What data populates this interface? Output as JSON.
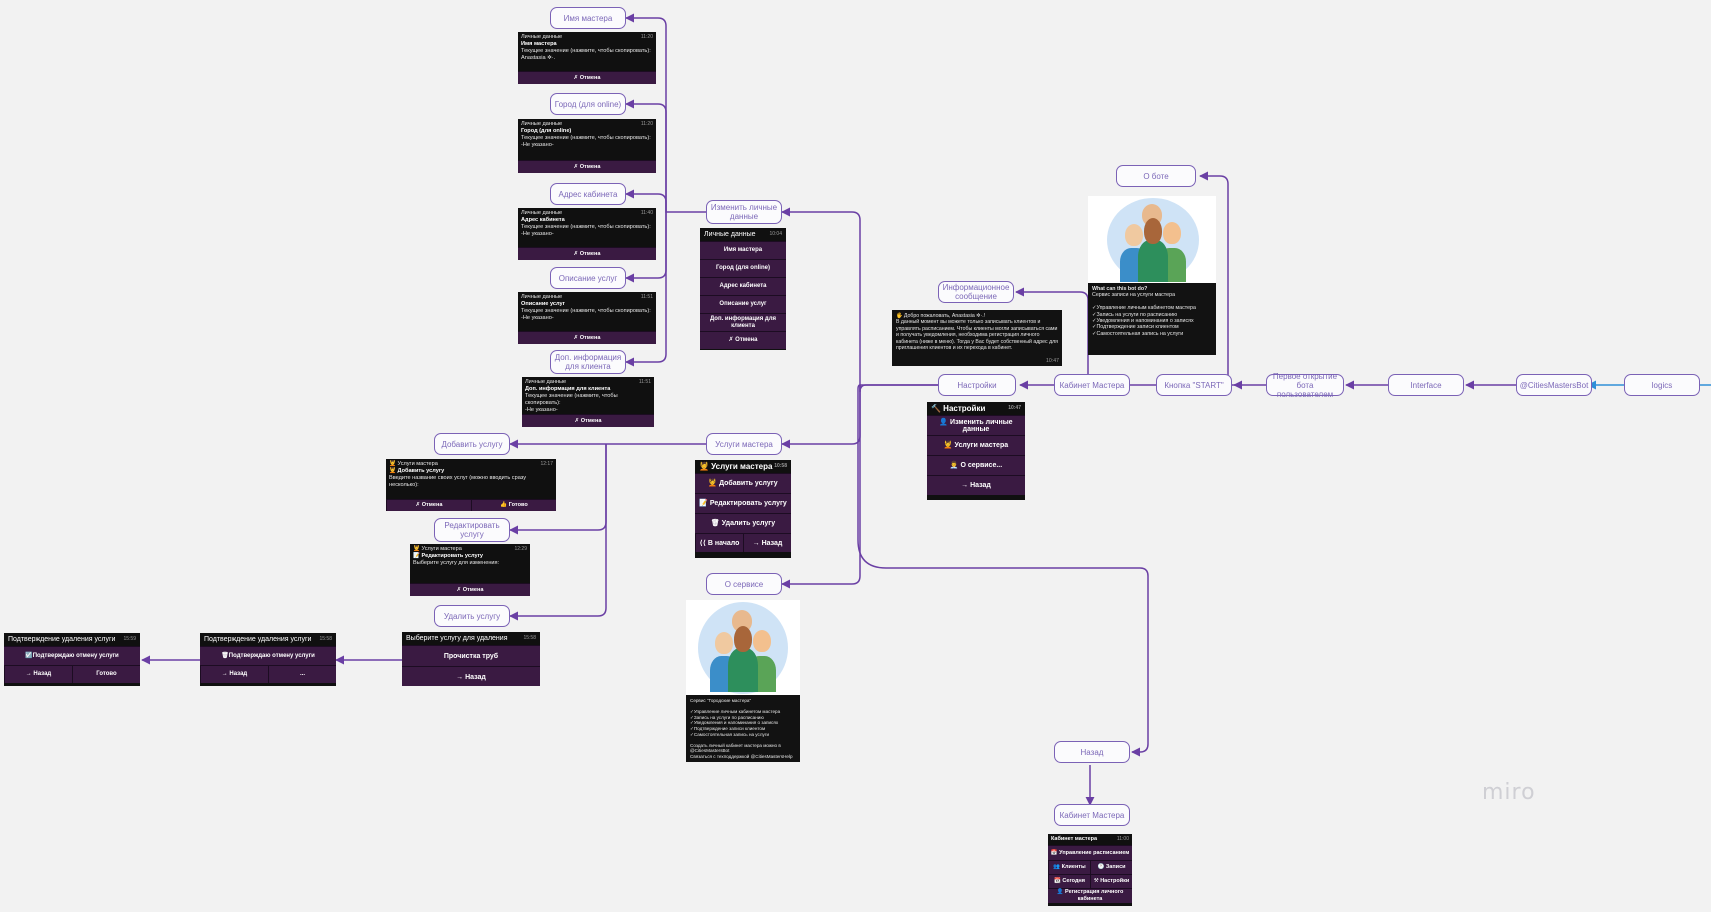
{
  "nodes": {
    "logics": "logics",
    "bot_handle": "@CitiesMastersBot",
    "interface": "Interface",
    "first_open": "Первое открытие бота пользователем",
    "start_button": "Кнопка \"START\"",
    "master_cabinet": "Кабинет Мастера",
    "settings": "Настройки",
    "info_message": "Информационное сообщение",
    "about_bot": "О боте",
    "edit_personal": "Изменить личные данные",
    "master_name": "Имя мастера",
    "city": "Город (для online)",
    "office_address": "Адрес кабинета",
    "services_desc": "Описание услуг",
    "extra_info": "Доп. информация для клиента",
    "master_services": "Услуги мастера",
    "add_service": "Добавить услугу",
    "edit_service": "Редактировать услугу",
    "delete_service": "Удалить услугу",
    "about_service": "О сервисе",
    "back": "Назад",
    "master_cabinet_2": "Кабинет Мастера"
  },
  "screens": {
    "name": {
      "head1": "Личные данные",
      "head2": "Имя мастера",
      "time1": "11:20",
      "body": "Текущее значение (нажмите, чтобы скопировать):\nAnastasia ✲·.",
      "time2": "11:20",
      "button": "✗ Отмена"
    },
    "city": {
      "head1": "Личные данные",
      "head2": "Город (для online)",
      "time1": "11:20",
      "body": "Текущее значение (нажмите, чтобы скопировать):\n-Не указано-",
      "time2": "11:20",
      "button": "✗ Отмена"
    },
    "address": {
      "head1": "Личные данные",
      "head2": "Адрес кабинета",
      "time1": "11:40",
      "body": "Текущее значение (нажмите, чтобы скопировать):\n-Не указано-",
      "time2": "11:40",
      "button": "✗ Отмена"
    },
    "desc": {
      "head1": "Личные данные",
      "head2": "Описание услуг",
      "time1": "11:51",
      "body": "Текущее значение (нажмите, чтобы скопировать):\n-Не указано-",
      "time2": "11:51",
      "button": "✗ Отмена"
    },
    "extra": {
      "head1": "Личные данные",
      "head2": "Доп. информация для клиента",
      "time1": "11:51",
      "body": "Текущее значение (нажмите, чтобы скопировать):\n-Не указано-",
      "time2": "11:51",
      "button": "✗ Отмена"
    },
    "personal_menu": {
      "title": "Личные данные",
      "time": "10:04",
      "buttons": [
        "Имя мастера",
        "Город (для online)",
        "Адрес кабинета",
        "Описание услуг",
        "Доп. информация для клиента",
        "✗ Отмена"
      ]
    },
    "settings_menu": {
      "title": "🔨 Настройки",
      "time": "10:47",
      "buttons": [
        "👤 Изменить личные данные",
        "💆 Услуги мастера",
        "👨‍💼 О сервисе...",
        "→ Назад"
      ]
    },
    "services_menu": {
      "title": "💆 Услуги мастера",
      "time": "10:58",
      "buttons": [
        "💆 Добавить услугу",
        "📝 Редактировать услугу",
        "🗑 Удалить услугу"
      ],
      "row": [
        "⟨⟨ В начало",
        "→ Назад"
      ]
    },
    "add_screen": {
      "head1": "💆 Услуги мастера",
      "head2": "💆 Добавить услугу",
      "time1": "12:17",
      "body": "Введите название своих услуг (можно вводить сразу несколько):",
      "time2": "12:17",
      "row": [
        "✗ Отмена",
        "👍 Готово"
      ]
    },
    "edit_screen": {
      "head1": "💆 Услуги мастера",
      "head2": "📝 Редактировать услугу",
      "time1": "12:29",
      "body": "Выберите услугу для изменения:",
      "time2": "12:29",
      "button": "✗ Отмена"
    },
    "select_delete": {
      "title": "Выберите услугу для удаления",
      "time": "15:58",
      "buttons": [
        "Прочистка труб",
        "→ Назад"
      ]
    },
    "confirm_delete": {
      "title": "Подтверждение удаления услуги",
      "time": "15:58",
      "button": "🗑Подтверждаю отмену услуги",
      "row": [
        "→ Назад",
        "..."
      ]
    },
    "confirm_done": {
      "title": "Подтверждение удаления услуги",
      "time": "15:59",
      "button": "☑️Подтверждаю отмену услуги",
      "row": [
        "→ Назад",
        "Готово"
      ]
    },
    "welcome": {
      "text": "🖐 Добро пожаловать, Anastasia ✲·.!\nВ данный момент вы можете только записывать клиентов и управлять расписанием. Чтобы клиенты могли записываться сами и получать уведомления, необходима регистрация личного кабинета (ниже в меню). Тогда у Вас будет собственный адрес для приглашения клиентов и их перехода в кабинет.",
      "time": "10:47"
    },
    "about_bot_card": {
      "title": "What can this bot do?",
      "text": "Сервис записи на услуги мастера\n\n✓Управление личным кабинетом мастера\n✓Запись на услуги по расписанию\n✓Уведомления и напоминания о записях\n✓Подтверждение записи клиентом\n✓Самостоятельная запись на услуги"
    },
    "about_service_card": {
      "text": "Сервис \"Городские мастера\"\n\n✓Управление личным кабинетом мастера\n✓Запись на услуги по расписанию\n✓Уведомления и напоминания о записях\n✓Подтверждение записи клиентом\n✓Самостоятельная запись на услуги\n\nСоздать личный кабинет мастера можно в @CitiesMastersBot\nСвязаться с техподдержкой @CitiesMastersHelp"
    },
    "cabinet_menu": {
      "title": "Кабинет мастера",
      "time": "11:00",
      "buttons": [
        "📅 Управление расписанием"
      ],
      "row1": [
        "👥 Клиенты",
        "🕐 Записи"
      ],
      "row2": [
        "📆 Сегодня",
        "⚒ Настройки"
      ],
      "last": "👤 Регистрация личного кабинета"
    }
  },
  "brand": "miro",
  "colors": {
    "node_border": "#7b62b6",
    "node_text": "#7c68b8",
    "wire": "#6a3fa4",
    "wire_blue": "#2f8fd8",
    "button_bg": "#3a1a42"
  }
}
